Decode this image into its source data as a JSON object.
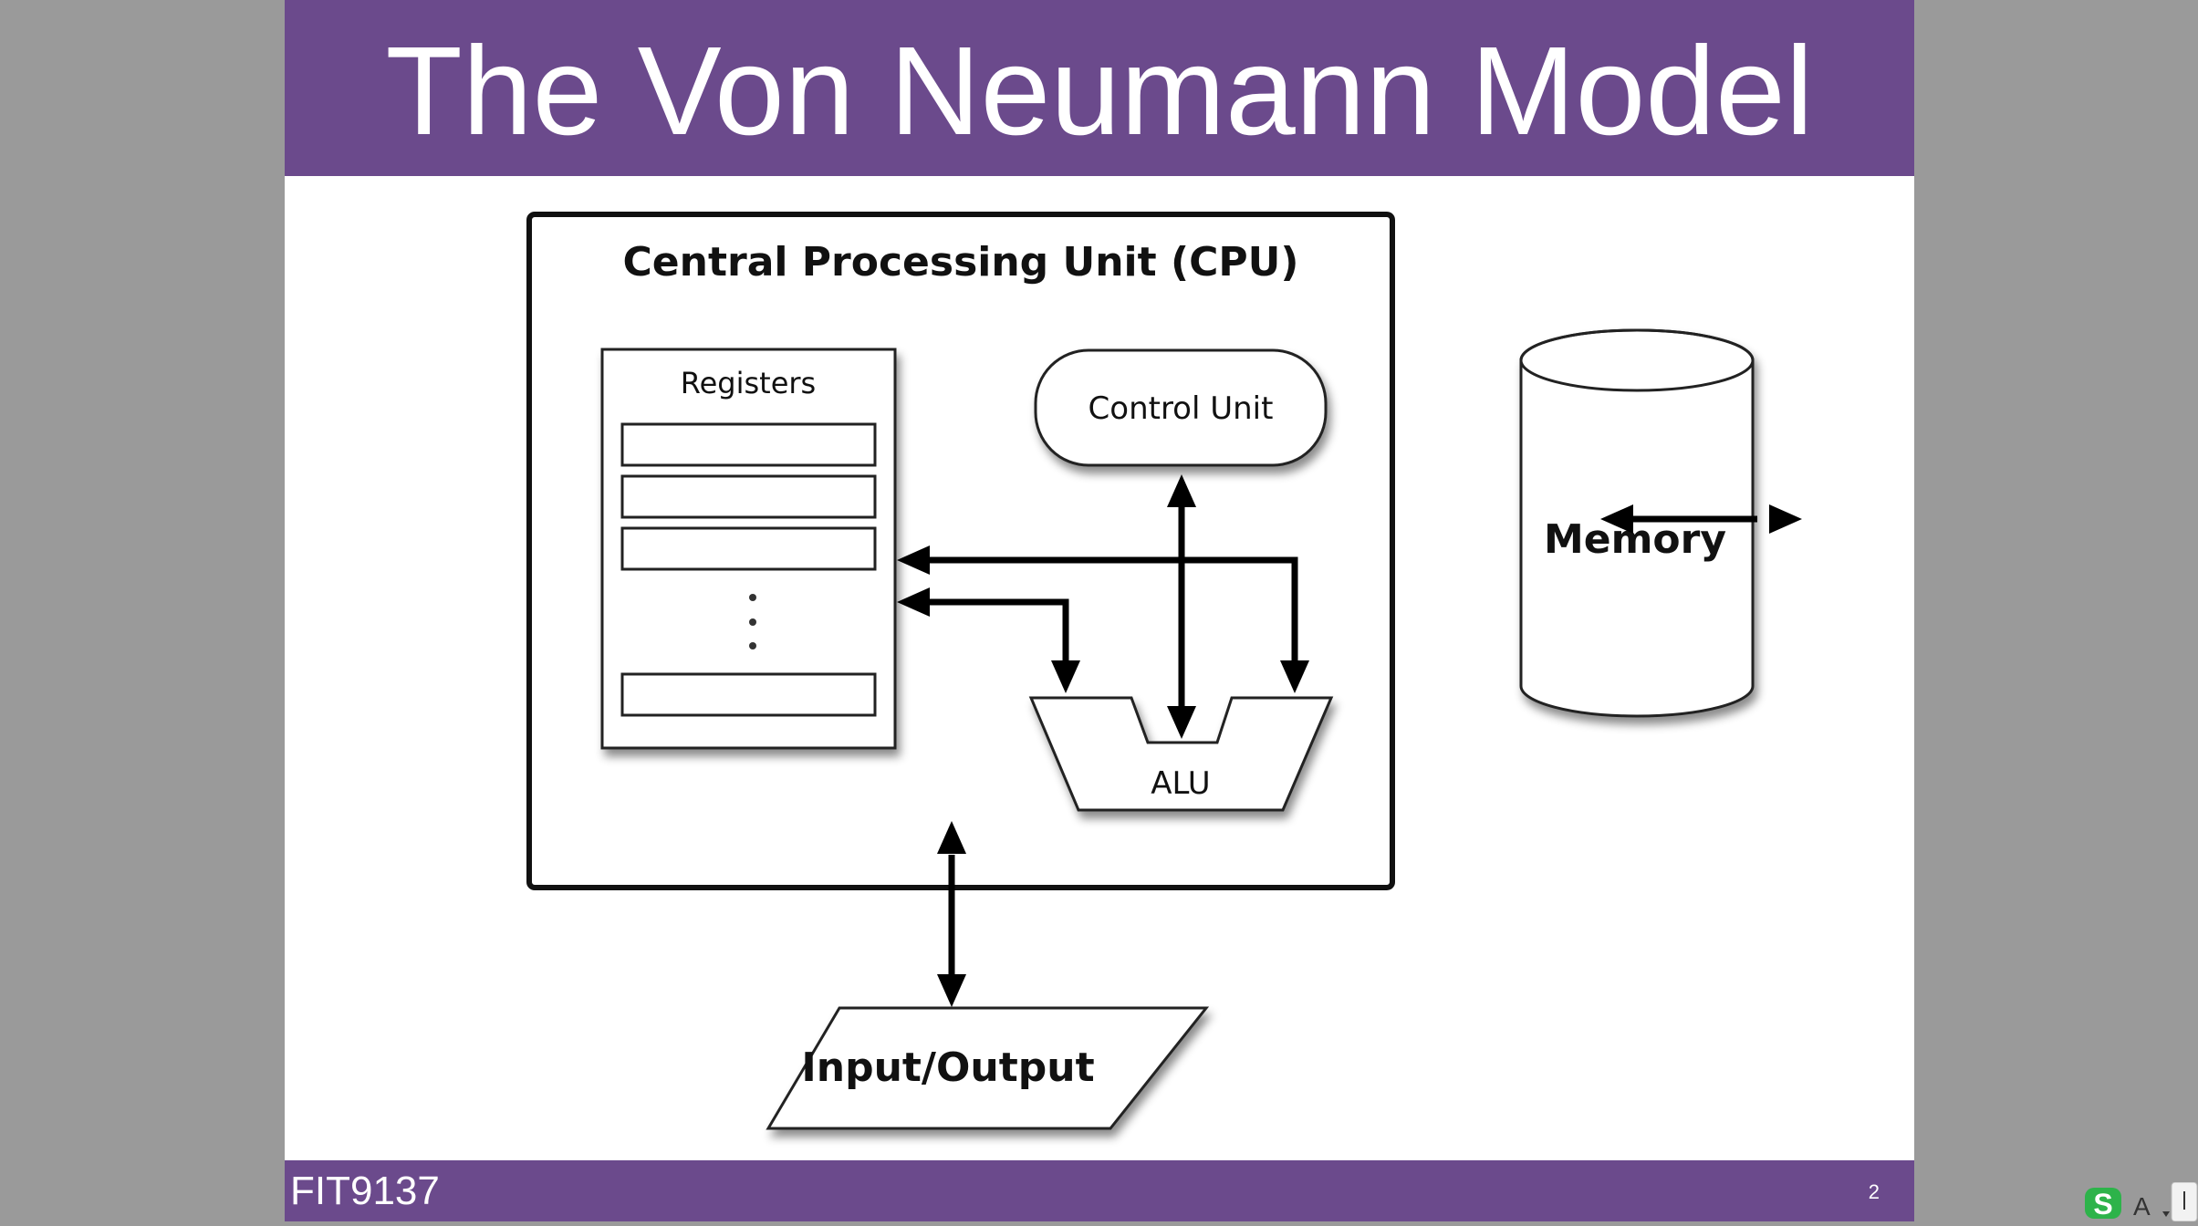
{
  "slide": {
    "title": "The Von Neumann Model",
    "footer_course": "FIT9137",
    "page_number": "2"
  },
  "diagram": {
    "cpu_label": "Central Processing Unit (CPU)",
    "registers_label": "Registers",
    "register_ellipsis": "·\n·\n·",
    "control_unit_label": "Control Unit",
    "alu_label": "ALU",
    "memory_label": "Memory",
    "io_label": "Input/Output"
  },
  "tray": {
    "ime_logo_letter": "S",
    "ime_mode": "A"
  },
  "colors": {
    "header_bg": "#6b4a8c",
    "page_bg": "#9a9a9a",
    "ime_green": "#2db34a"
  }
}
